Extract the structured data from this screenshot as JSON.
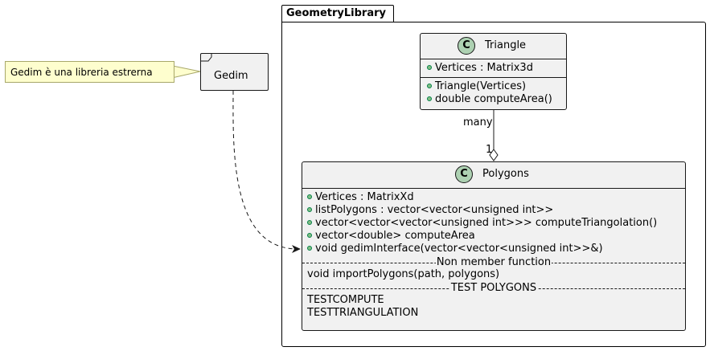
{
  "package": {
    "name": "GeometryLibrary"
  },
  "note": {
    "text": "Gedim è una libreria estrerna"
  },
  "external": {
    "name": "Gedim"
  },
  "triangle": {
    "stereotype": "C",
    "name": "Triangle",
    "attributes": [
      "Vertices : Matrix3d"
    ],
    "methods": [
      "Triangle(Vertices)",
      "double computeArea()"
    ]
  },
  "polygons": {
    "stereotype": "C",
    "name": "Polygons",
    "members": [
      "Vertices : MatrixXd",
      "listPolygons : vector<vector<unsigned int>>",
      "vector<vector<vector<unsigned int>>> computeTriangolation()",
      "vector<double> computeArea",
      "void gedimInterface(vector<vector<unsigned int>>&)"
    ],
    "section1": {
      "title": "Non member function",
      "items": [
        "void importPolygons(path, polygons)"
      ]
    },
    "section2": {
      "title": "TEST POLYGONS",
      "items": [
        "TESTCOMPUTE",
        "TESTTRIANGULATION"
      ]
    }
  },
  "association": {
    "source_label": "many",
    "target_label": "1"
  }
}
